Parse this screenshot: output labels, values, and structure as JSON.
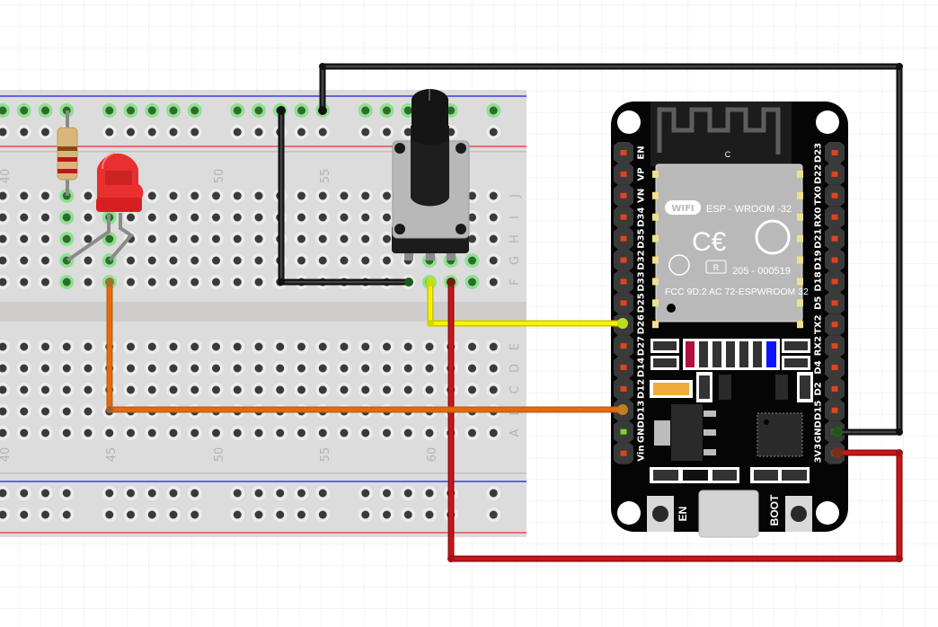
{
  "breadboard": {
    "column_labels": [
      "40",
      "45",
      "50",
      "55",
      "60"
    ],
    "row_labels_top": [
      "J",
      "I",
      "H",
      "G",
      "F"
    ],
    "row_labels_bottom": [
      "E",
      "D",
      "C",
      "B",
      "A"
    ]
  },
  "esp32": {
    "left_pins": [
      "EN",
      "VP",
      "VN",
      "D34",
      "D35",
      "D32",
      "D33",
      "D25",
      "D26",
      "D27",
      "D14",
      "D12",
      "D13",
      "GND",
      "Vin"
    ],
    "right_pins": [
      "D23",
      "D22",
      "TX0",
      "RX0",
      "D21",
      "D19",
      "D18",
      "D5",
      "TX2",
      "RX2",
      "D4",
      "D2",
      "D15",
      "GND",
      "3V3"
    ],
    "module": {
      "wifi_logo": "WIFI",
      "name": "ESP - WROOM -32",
      "cert_mark": "R",
      "cert_number": "205 - 000519",
      "fcc": "FCC 9D:2 AC 72-ESPWROOM  32",
      "antenna_label": "C"
    },
    "button_en": "EN",
    "button_boot": "BOOT"
  },
  "colors": {
    "wire_black": "#2b2b2b",
    "wire_yellow": "#f5f000",
    "wire_red": "#c0151a",
    "wire_orange": "#e36a0c",
    "led_red": "#e8302f",
    "rail_blue": "#1d1de0",
    "rail_red": "#e63030"
  }
}
